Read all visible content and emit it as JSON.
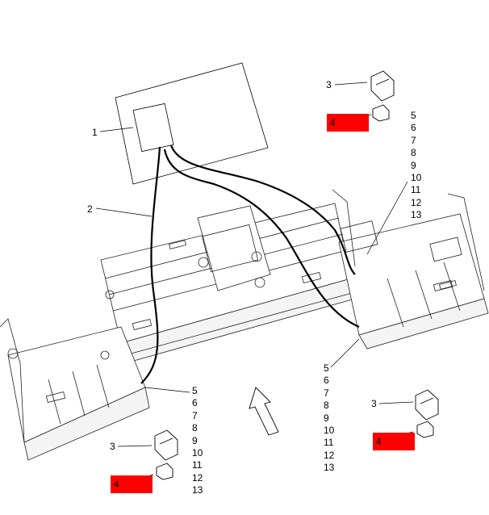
{
  "callouts": {
    "c1": "1",
    "c2": "2",
    "c3_top": "3",
    "c3_right": "3",
    "c3_left": "3",
    "c4_top": "4",
    "c4_right": "4",
    "c4_left": "4"
  },
  "stack_top": [
    "5",
    "6",
    "7",
    "8",
    "9",
    "10",
    "11",
    "12",
    "13"
  ],
  "stack_right": [
    "5",
    "6",
    "7",
    "8",
    "9",
    "10",
    "11",
    "12",
    "13"
  ],
  "stack_left": [
    "5",
    "6",
    "7",
    "8",
    "9",
    "10",
    "11",
    "12",
    "13"
  ],
  "colors": {
    "highlight": "#ff0000",
    "line": "#000000"
  }
}
